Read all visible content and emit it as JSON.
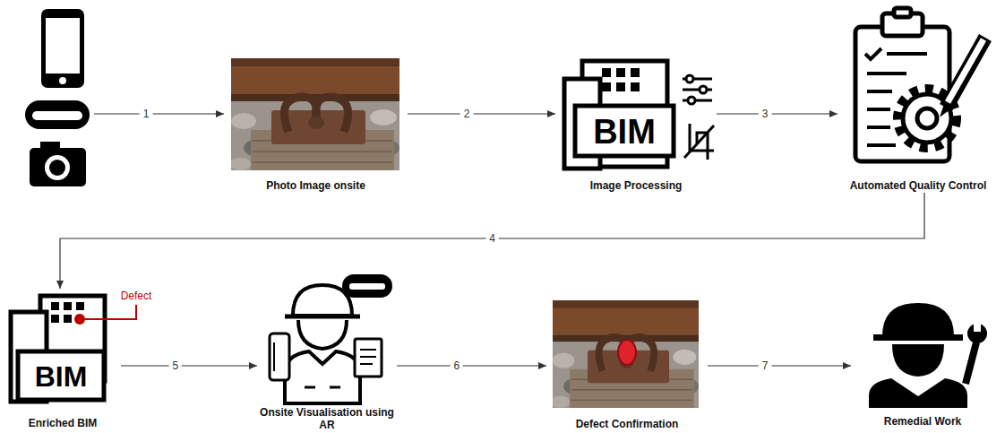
{
  "diagram": {
    "nodes": [
      {
        "text": []
      },
      {
        "text": [
          "Photo Image onsite"
        ]
      },
      {
        "text": [
          "Image Processing"
        ]
      },
      {
        "text": [
          "Automated Quality Control"
        ]
      },
      {
        "text": [
          "Enriched BIM"
        ]
      },
      {
        "text": [
          "Onsite Visualisation using AR"
        ]
      },
      {
        "text": [
          "Defect Confirmation"
        ]
      },
      {
        "text": [
          "Remedial Work"
        ]
      }
    ],
    "edges": [
      {
        "from": 0,
        "to": 1,
        "label": "1",
        "arrow": "to"
      },
      {
        "from": 1,
        "to": 2,
        "label": "2",
        "arrow": "to"
      },
      {
        "from": 2,
        "to": 3,
        "label": "3",
        "arrow": "to"
      },
      {
        "from": 3,
        "to": 4,
        "label": "4",
        "arrow": "to"
      },
      {
        "from": 4,
        "to": 5,
        "label": "5",
        "arrow": "to"
      },
      {
        "from": 5,
        "to": 6,
        "label": "6",
        "arrow": "to"
      },
      {
        "from": 6,
        "to": 7,
        "label": "7",
        "arrow": "to"
      }
    ],
    "labels": [
      "BIM",
      "Defect",
      "BIM"
    ]
  }
}
